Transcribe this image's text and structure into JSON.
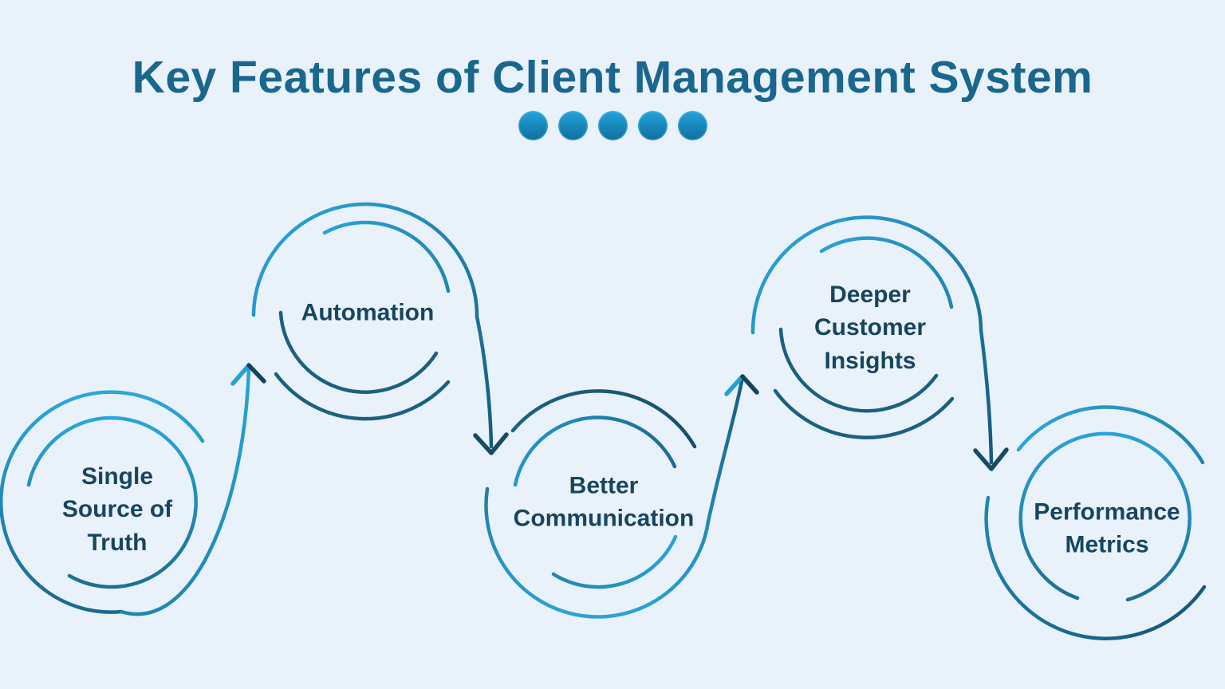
{
  "header": {
    "title": "Key Features of Client Management System",
    "title_color": "#19678E"
  },
  "decor": {
    "dot_count": 5,
    "dot_color_top": "#23A4DC",
    "dot_color_bottom": "#0F6E9E"
  },
  "diagram": {
    "background": "#E9F2FA",
    "arc_color_light": "#2BA6DB",
    "arc_color_dark": "#15577A",
    "arrowhead_color_dark": "#16425C",
    "arrowhead_color_light": "#279ED4",
    "label_color": "#17455F",
    "flow_order": [
      "Single Source of Truth",
      "Automation",
      "Better Communication",
      "Deeper Customer Insights",
      "Performance Metrics"
    ],
    "nodes": [
      {
        "id": "single-source-of-truth",
        "label": "Single\nSource of\nTruth"
      },
      {
        "id": "automation",
        "label": "Automation"
      },
      {
        "id": "better-communication",
        "label": "Better\nCommunication"
      },
      {
        "id": "deeper-customer-insights",
        "label": "Deeper\nCustomer\nInsights"
      },
      {
        "id": "performance-metrics",
        "label": "Performance\nMetrics"
      }
    ]
  }
}
